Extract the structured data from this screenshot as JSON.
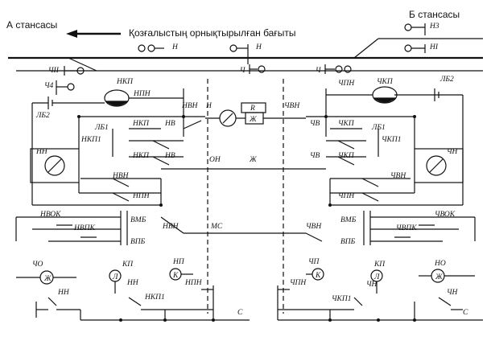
{
  "header": {
    "station_a": "А стансасы",
    "station_b": "Б стансасы",
    "direction": "Қозғалыстың орнықтырылған бағыты"
  },
  "signals": {
    "n": "Н",
    "n3": "Н3",
    "n1": "НI",
    "ch2": "ЧII",
    "ch4": "Ч4",
    "ch": "Ч"
  },
  "left": {
    "lb2": "ЛБ2",
    "nkp": "НКП",
    "npn": "НПН",
    "lb1": "ЛБ1",
    "nkp_b": "НКП",
    "nkp1": "НКП1",
    "nn": "НН",
    "nkp_c": "НКП",
    "nv": "НВ",
    "nvn": "НВН",
    "npn_b": "НПН",
    "nvok": "НВОК",
    "nvpk": "НВПК",
    "vmb": "ВМБ",
    "vpb": "ВПБ",
    "nvn_b": "НВН",
    "nvn_c": "НВН",
    "nv_b": "НВ"
  },
  "center": {
    "h_lamp": "Н",
    "r": "R",
    "zh": "Ж",
    "on": "ОН",
    "zh_b": "Ж",
    "ms": "МС",
    "nvn": "НВН",
    "chvn": "ЧВН"
  },
  "right": {
    "chkp": "ЧКП",
    "chpn": "ЧПН",
    "lb2": "ЛБ2",
    "chvn": "ЧВН",
    "chv": "ЧВ",
    "chkp_b": "ЧКП",
    "lb1": "ЛБ1",
    "chkp1": "ЧКП1",
    "chn": "ЧН",
    "chv_b": "ЧВ",
    "chkp_c": "ЧКП",
    "chvn_b": "ЧВН",
    "chpn_b": "ЧПН",
    "vmb": "ВМБ",
    "chvok": "ЧВОК",
    "chvpk": "ЧВПК",
    "vpb": "ВПБ",
    "chvn_c": "ЧВН"
  },
  "bottom_left": {
    "cho": "ЧО",
    "zh": "Ж",
    "nn": "НН",
    "kp": "КП",
    "l": "Л",
    "nn_b": "НН",
    "np": "НП",
    "k": "К",
    "npn": "НПН",
    "nkp1": "НКП1",
    "s": "С"
  },
  "bottom_right": {
    "chp": "ЧП",
    "k": "К",
    "chpn": "ЧПН",
    "kp": "КП",
    "l": "Л",
    "chn": "ЧН",
    "chkp1": "ЧКП1",
    "no": "НО",
    "zh": "Ж",
    "chn_b": "ЧН",
    "s": "С"
  }
}
